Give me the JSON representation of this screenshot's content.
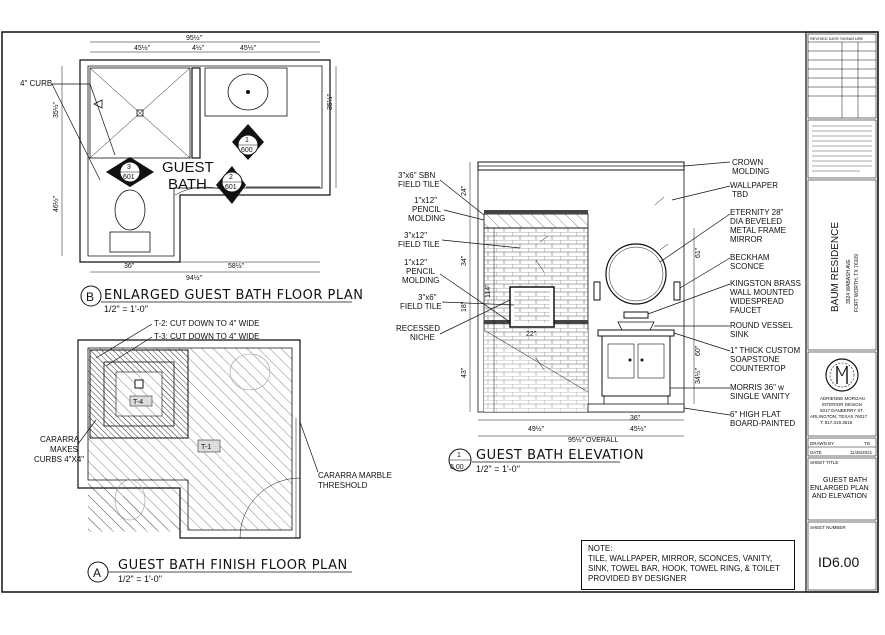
{
  "plan_b": {
    "title": "ENLARGED GUEST BATH FLOOR PLAN",
    "marker": "B",
    "scale": "1/2\" = 1'-0\"",
    "room_label_1": "GUEST",
    "room_label_2": "BATH",
    "curb_note": "4\" CURB",
    "dims": {
      "top": "95½\"",
      "top_a": "45½\"",
      "top_b": "4½\"",
      "top_c": "45½\"",
      "bottom": "94½\"",
      "bottom_a": "36\"",
      "bottom_b": "58½\"",
      "left": "46½\"",
      "left_top": "35½\"",
      "right": "35½\""
    },
    "callouts": [
      {
        "num": "3",
        "sheet": "601"
      },
      {
        "num": "1",
        "sheet": "600"
      },
      {
        "num": "2",
        "sheet": "601"
      }
    ]
  },
  "plan_a": {
    "title": "GUEST BATH FINISH FLOOR PLAN",
    "marker": "A",
    "scale": "1/2\" = 1'-0\"",
    "notes": [
      "T-2: CUT DOWN TO 4\" WIDE",
      "T-3: CUT DOWN TO 4\" WIDE",
      "CARARRA",
      "MAKES",
      "CURBS 4\"X4\"",
      "CARARRA MARBLE",
      "THRESHOLD"
    ],
    "tags": [
      "T-4",
      "T-1"
    ]
  },
  "elevation": {
    "title": "GUEST BATH ELEVATION",
    "marker_num": "1",
    "marker_sheet": "6.00",
    "scale": "1/2\" = 1'-0\"",
    "left_notes": [
      [
        "3\"x6\" SBN",
        "FIELD TILE"
      ],
      [
        "1\"x12\"",
        "PENCIL",
        "MOLDING"
      ],
      [
        "3\"x12\"",
        "FIELD TILE"
      ],
      [
        "1\"x12\"",
        "PENCIL",
        "MOLDING"
      ],
      [
        "3\"x6\"",
        "FIELD TILE"
      ],
      [
        "RECESSED",
        "NICHE"
      ]
    ],
    "right_notes": [
      [
        "CROWN",
        "MOLDING"
      ],
      [
        "WALLPAPER",
        "TBD"
      ],
      [
        "ETERNITY 28\"",
        "DIA BEVELED",
        "METAL FRAME",
        "MIRROR"
      ],
      [
        "BECKHAM",
        "SCONCE"
      ],
      [
        "KINGSTON BRASS",
        "WALL MOUNTED",
        "WIDESPREAD",
        "FAUCET"
      ],
      [
        "ROUND VESSEL",
        "SINK"
      ],
      [
        "1\" THICK CUSTOM",
        "SOAPSTONE",
        "COUNTERTOP"
      ],
      [
        "MORRIS 36\" w",
        "SINGLE VANITY"
      ],
      [
        "6\" HIGH FLAT",
        "BOARD-PAINTED"
      ]
    ],
    "dims": {
      "overall": "95½\" OVERALL",
      "bottom_a": "49½\"",
      "bottom_b": "36\"",
      "bottom_c": "45½\"",
      "niche_w": "22\"",
      "v1": "24\"",
      "v2": "34\"",
      "v3": "18\"",
      "v4": "43\"",
      "v5": "114\"",
      "r1": "61\"",
      "r2": "60\"",
      "r3": "34½\""
    }
  },
  "note_box": {
    "heading": "NOTE:",
    "text": "TILE, WALLPAPER, MIRROR, SCONCES, VANITY, SINK, TOWEL BAR, HOOK, TOWEL RING, & TOILET PROVIDED BY DESIGNER"
  },
  "title_block": {
    "revised_header": "REVISED DATE  SIGNATURE",
    "project": "BAUM RESIDENCE",
    "address_1": "3924 WABASH AVE",
    "address_2": "FORT WORTH, TX 76109",
    "designer": "ADRIENNE MORGAN",
    "designer_2": "INTERIOR DESIGN",
    "designer_addr_1": "5017 DANBERRY ST.",
    "designer_addr_2": "ARLINGTON, TEXAS 76017",
    "designer_phone": "T: 817.319.3616",
    "drawn_by_label": "DRAWN BY",
    "drawn_by": "TG",
    "date_label": "DATE",
    "date": "11/26/2021",
    "sheet_title_label": "SHEET TITLE",
    "sheet_title_1": "GUEST BATH",
    "sheet_title_2": "ENLARGED PLAN",
    "sheet_title_3": "AND ELEVATION",
    "sheet_number_label": "SHEET NUMBER",
    "sheet_number": "ID6.00"
  }
}
